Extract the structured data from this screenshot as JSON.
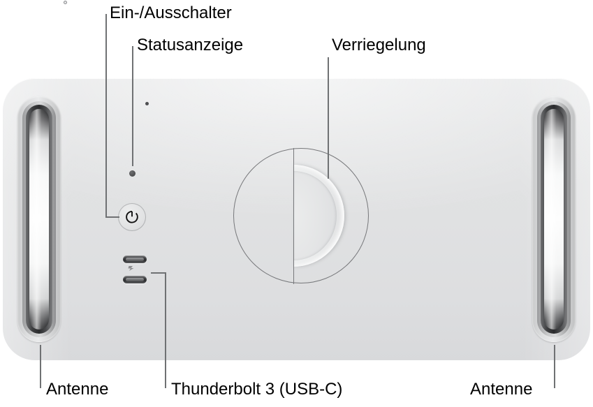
{
  "figure": {
    "subject": "Mac Pro top view",
    "background_color": "#ffffff",
    "body_color": "#e2e3e4",
    "leader_line_color": "#6f7173",
    "label_color": "#000000"
  },
  "callouts": [
    {
      "id": "power-button",
      "label": "Ein-/Ausschalter"
    },
    {
      "id": "status-indicator",
      "label": "Statusanzeige"
    },
    {
      "id": "latch",
      "label": "Verriegelung"
    },
    {
      "id": "antenna-left",
      "label": "Antenne"
    },
    {
      "id": "thunderbolt",
      "label": "Thunderbolt 3 (USB-C)"
    },
    {
      "id": "antenna-right",
      "label": "Antenne"
    }
  ],
  "parts": {
    "power_button": {
      "icon": "power-icon"
    },
    "status_indicator": {
      "icon": "status-led-icon"
    },
    "thunderbolt_ports": {
      "icon": "usb-c-port-icon",
      "count": 2,
      "logo": "thunderbolt-icon"
    },
    "latch": {
      "icon": "latch-dial-icon",
      "unlock_mark": "unlock-mark-icon",
      "lock_mark": "lock-mark-icon"
    },
    "antennas": {
      "icon": "antenna-slot-icon",
      "count": 2
    }
  }
}
